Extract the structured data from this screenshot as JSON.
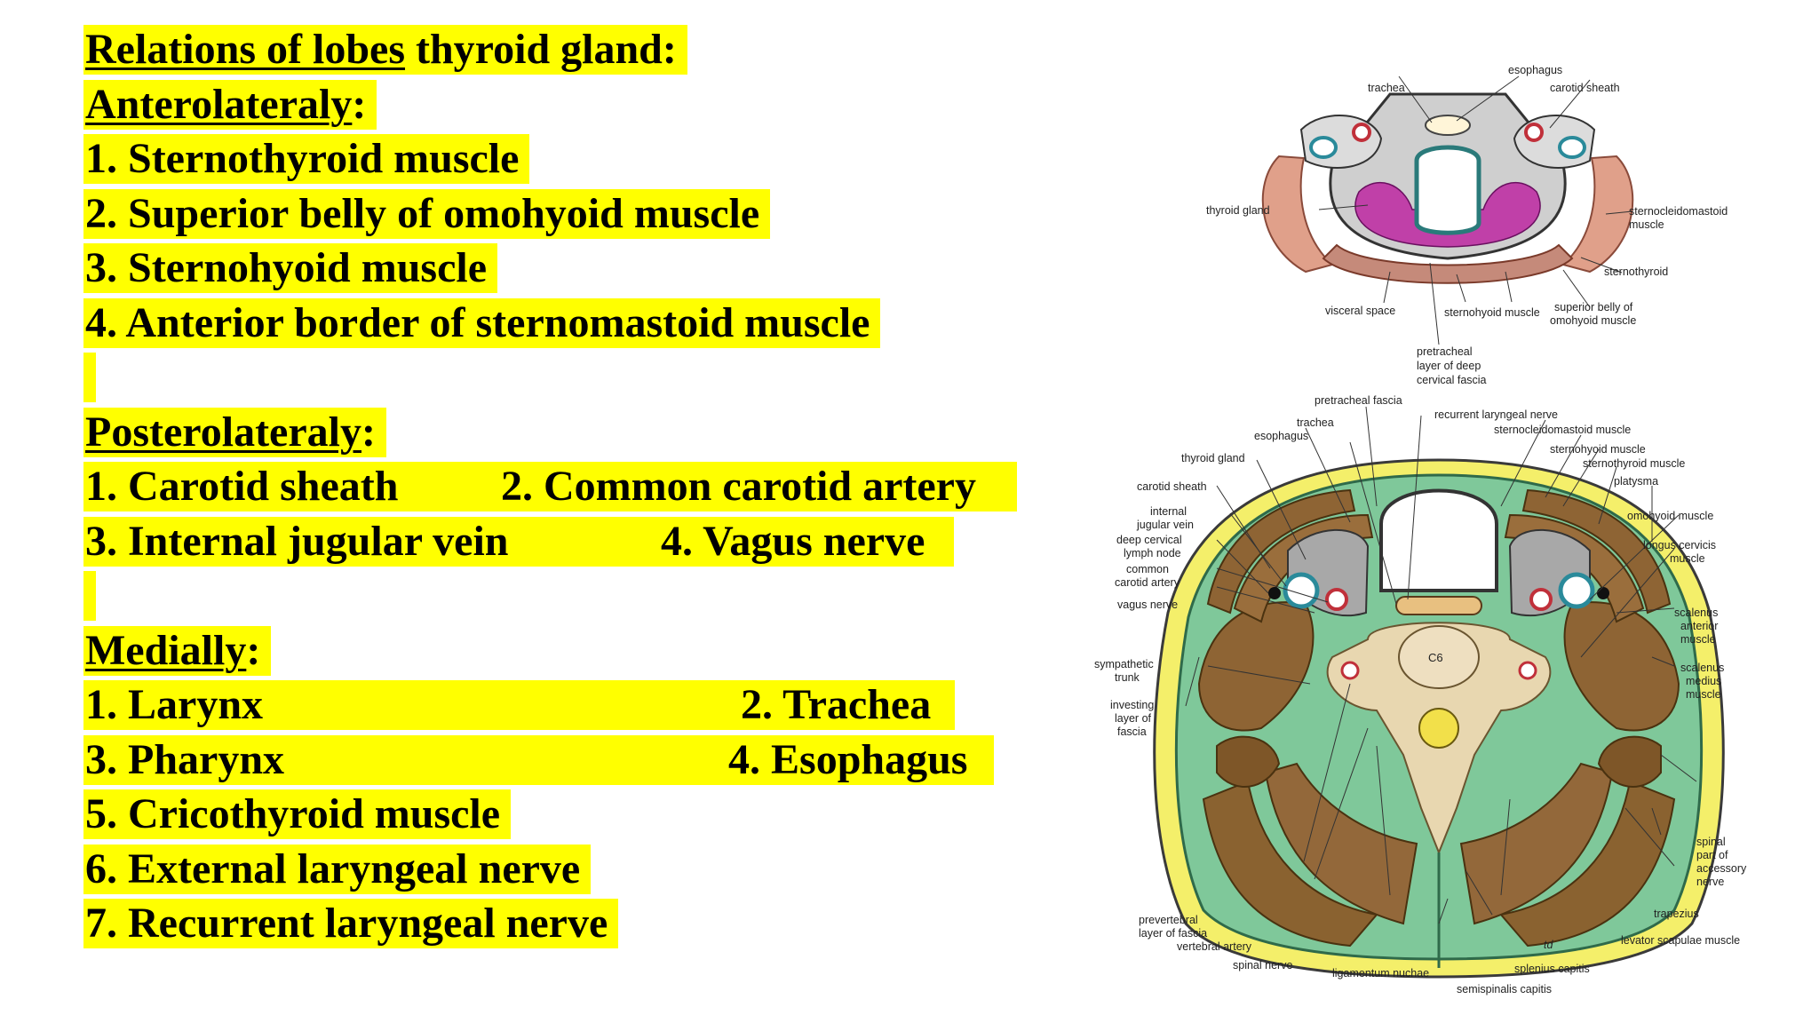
{
  "heading": {
    "underlined": "Relations of lobes",
    "rest": " thyroid gland:"
  },
  "anterolateral": {
    "title": "Anterolateraly",
    "colon": ":",
    "items": [
      "1. Sternothyroid muscle",
      "2. Superior belly of omohyoid muscle",
      "3. Sternohyoid muscle",
      "4. Anterior border of sternomastoid muscle"
    ]
  },
  "posterolateral": {
    "title": "Posterolateraly",
    "colon": ":",
    "row1": {
      "a": "1. Carotid sheath",
      "b": "2. Common carotid artery"
    },
    "row2": {
      "a": "3. Internal jugular vein",
      "b": "4. Vagus nerve"
    }
  },
  "medial": {
    "title": "Medially",
    "colon": ":",
    "row1": {
      "a": "1. Larynx",
      "b": "2. Trachea"
    },
    "row2": {
      "a": "3. Pharynx",
      "b": "4. Esophagus"
    },
    "items": [
      "5. Cricothyroid muscle",
      "6. External laryngeal nerve",
      "7. Recurrent laryngeal nerve"
    ]
  },
  "top_figure": {
    "labels": {
      "esophagus": "esophagus",
      "trachea": "trachea",
      "carotid_sheath": "carotid sheath",
      "thyroid_gland": "thyroid gland",
      "scm_1": "sternocleidomastoid",
      "scm_2": "muscle",
      "sternothyroid": "sternothyroid",
      "sup_belly_1": "superior belly of",
      "sup_belly_2": "omohyoid muscle",
      "visceral_space": "visceral space",
      "sternohyoid": "sternohyoid muscle",
      "pretracheal_1": "pretracheal",
      "pretracheal_2": "layer of deep",
      "pretracheal_3": "cervical fascia"
    }
  },
  "bottom_figure": {
    "labels": {
      "pretracheal_fascia": "pretracheal fascia",
      "recurrent_nerve": "recurrent laryngeal nerve",
      "trachea": "trachea",
      "scm": "sternocleidomastoid muscle",
      "esophagus": "esophagus",
      "sternohyoid": "sternohyoid muscle",
      "thyroid_gland": "thyroid gland",
      "sternothyroid": "sternothyroid muscle",
      "platysma": "platysma",
      "carotid_sheath": "carotid sheath",
      "omohyoid": "omohyoid muscle",
      "ijv_1": "internal",
      "ijv_2": "jugular vein",
      "longus_1": "longus cervicis",
      "longus_2": "muscle",
      "deep_node_1": "deep cervical",
      "deep_node_2": "lymph node",
      "cca_1": "common",
      "cca_2": "carotid artery",
      "vagus": "vagus nerve",
      "scal_ant_1": "scalenus",
      "scal_ant_2": "anterior",
      "scal_ant_3": "muscle",
      "c6": "C6",
      "symp_1": "sympathetic",
      "symp_2": "trunk",
      "scal_med_1": "scalenus",
      "scal_med_2": "medius",
      "scal_med_3": "muscle",
      "invest_1": "investing",
      "invest_2": "layer of",
      "invest_3": "fascia",
      "acc_1": "spinal",
      "acc_2": "part of",
      "acc_3": "accessory",
      "acc_4": "nerve",
      "trapezius": "trapezius",
      "prevert_1": "prevertebral",
      "prevert_2": "layer of fascia",
      "levator": "levator scapulae muscle",
      "vert_artery": "vertebral artery",
      "signature": "td",
      "spinal_nerve": "spinal nerve",
      "splenius": "splenius capitis",
      "lig_nuchae": "ligamentum nuchae",
      "semispinalis": "semispinalis capitis"
    }
  }
}
